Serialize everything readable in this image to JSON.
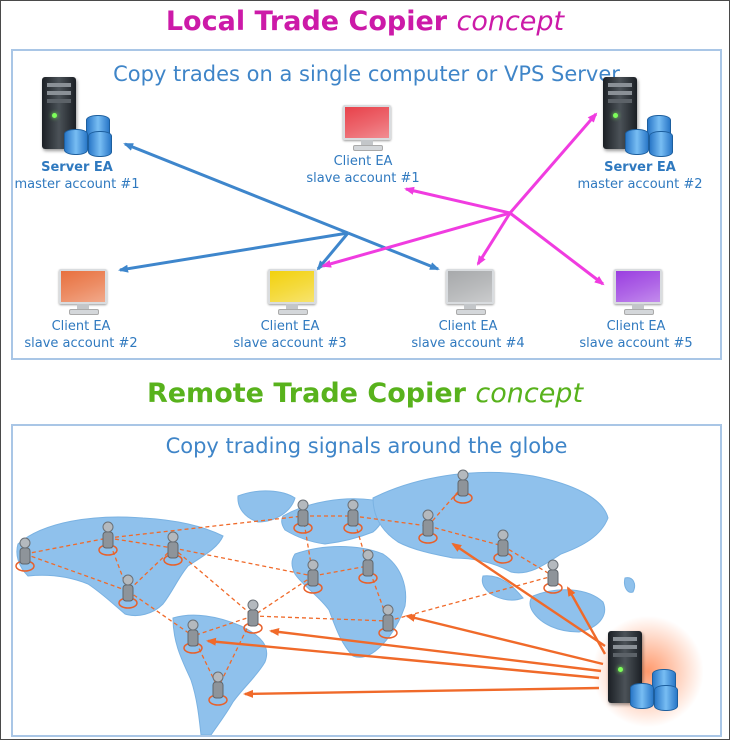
{
  "titles": {
    "local_main": "Local Trade Copier",
    "local_italic": "concept",
    "remote_main": "Remote Trade Copier",
    "remote_italic": "concept"
  },
  "local": {
    "subtitle": "Copy trades on a single computer or VPS Server",
    "servers": [
      {
        "name": "Server EA",
        "account": "master account #1"
      },
      {
        "name": "Server EA",
        "account": "master account #2"
      }
    ],
    "clients": [
      {
        "name": "Client EA",
        "account": "slave account #1",
        "color": "#e8414a"
      },
      {
        "name": "Client EA",
        "account": "slave account #2",
        "color": "#e8703e"
      },
      {
        "name": "Client EA",
        "account": "slave account #3",
        "color": "#f2d10e"
      },
      {
        "name": "Client EA",
        "account": "slave account #4",
        "color": "#a7a9ab"
      },
      {
        "name": "Client EA",
        "account": "slave account #5",
        "color": "#9a3ee0"
      }
    ],
    "arrow_colors": {
      "master1": "#3e86cc",
      "master2": "#f03ce0"
    }
  },
  "remote": {
    "subtitle": "Copy trading signals around the globe",
    "colors": {
      "land": "#8fc1ec",
      "link": "#f06a2a",
      "node_ring": "#e8602a"
    }
  }
}
